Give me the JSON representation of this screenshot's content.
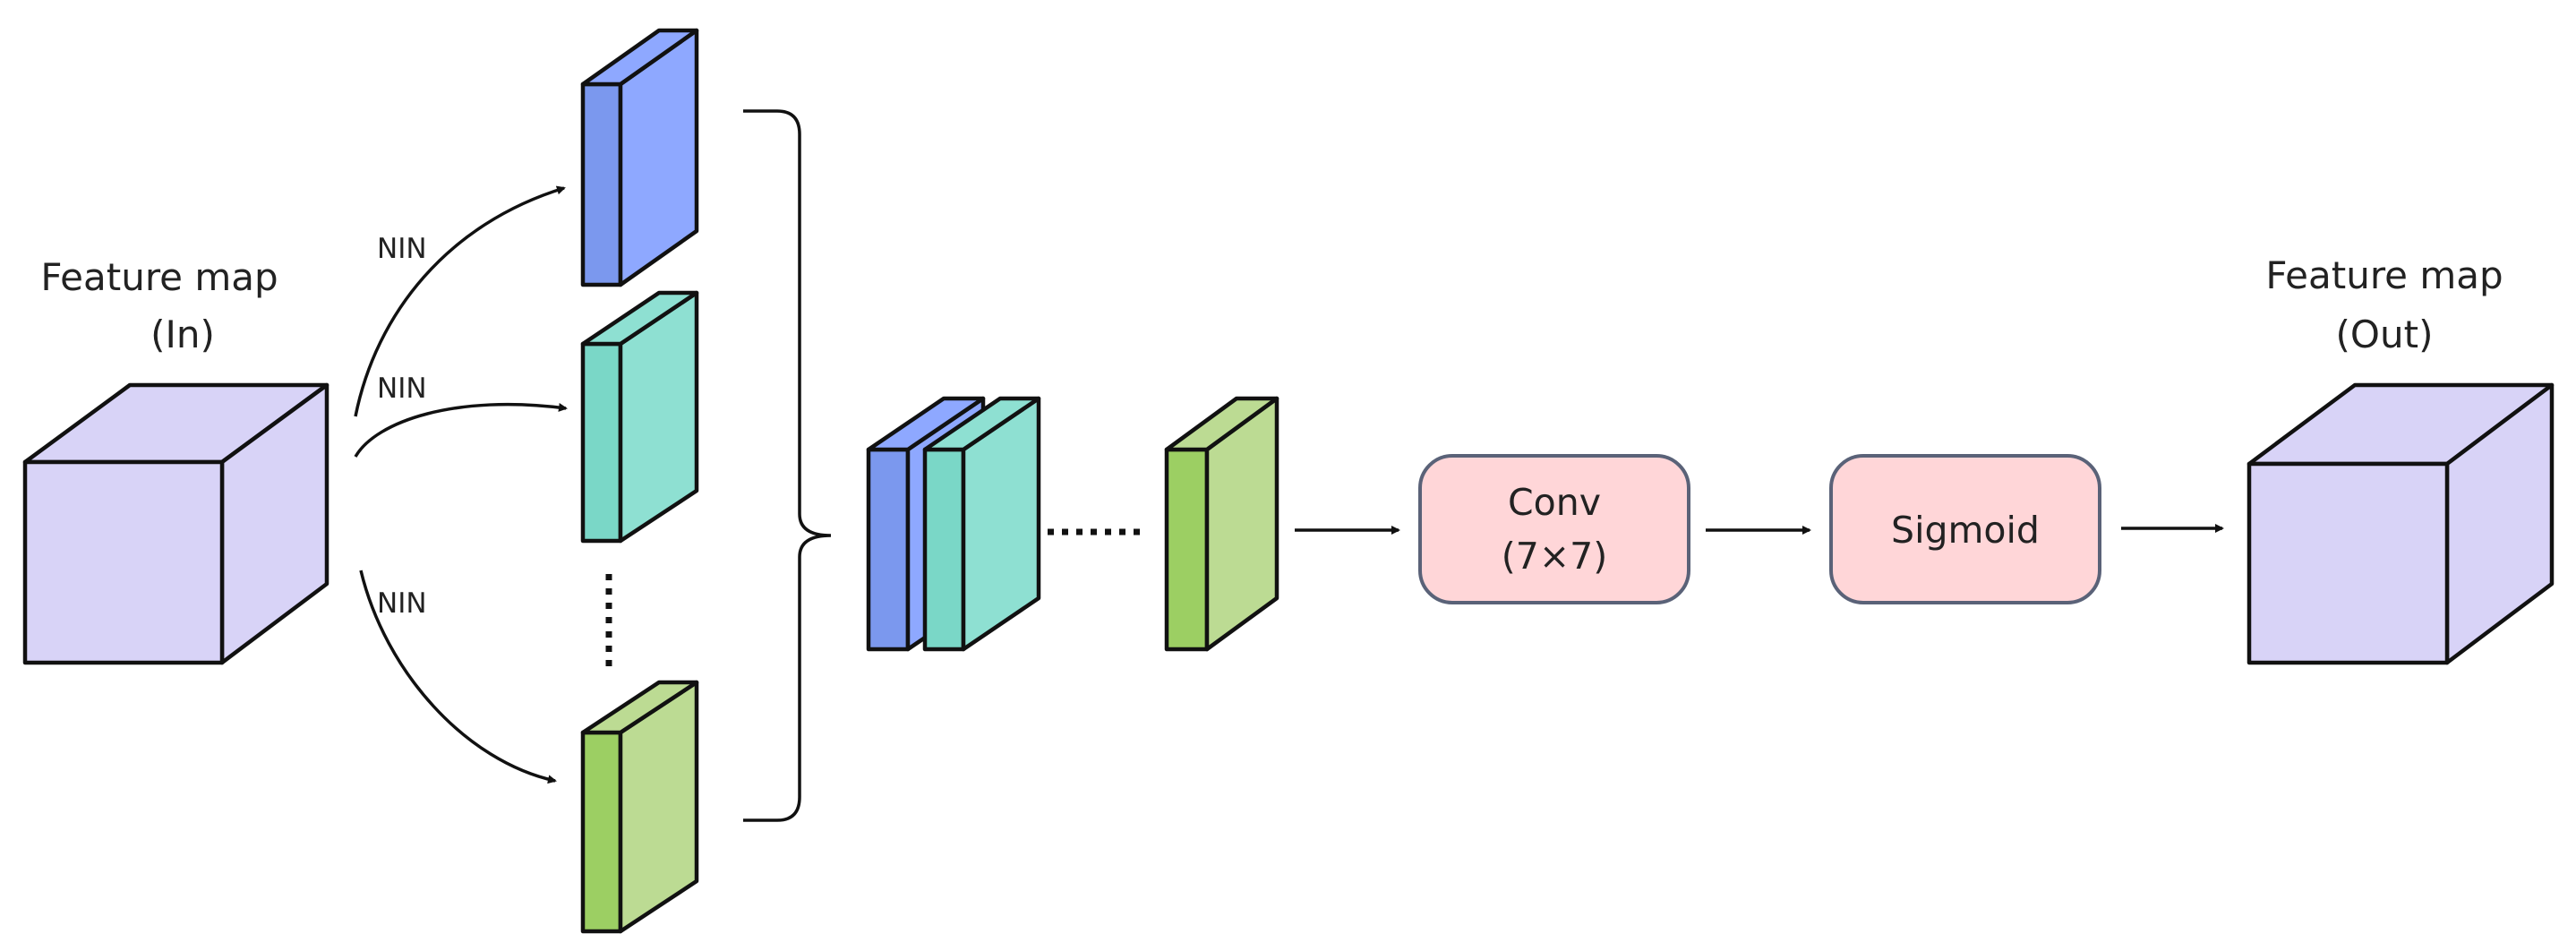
{
  "input": {
    "title": "Feature map",
    "subtitle": "(In)"
  },
  "output": {
    "title": "Feature map",
    "subtitle": "(Out)"
  },
  "branch_labels": [
    "NIN",
    "NIN",
    "NIN"
  ],
  "conv": {
    "line1": "Conv",
    "line2": "(7×7)"
  },
  "sigmoid": {
    "label": "Sigmoid"
  },
  "colors": {
    "cube_face": "#d8d3f7",
    "blue_front": "#7b98ee",
    "blue_side": "#8ea8ff",
    "teal_front": "#7ad7c7",
    "teal_side": "#8ee0d2",
    "green_front": "#9ccf63",
    "green_side": "#bcdb93",
    "box_fill": "#ffd6d8",
    "box_stroke": "#5a6278"
  }
}
